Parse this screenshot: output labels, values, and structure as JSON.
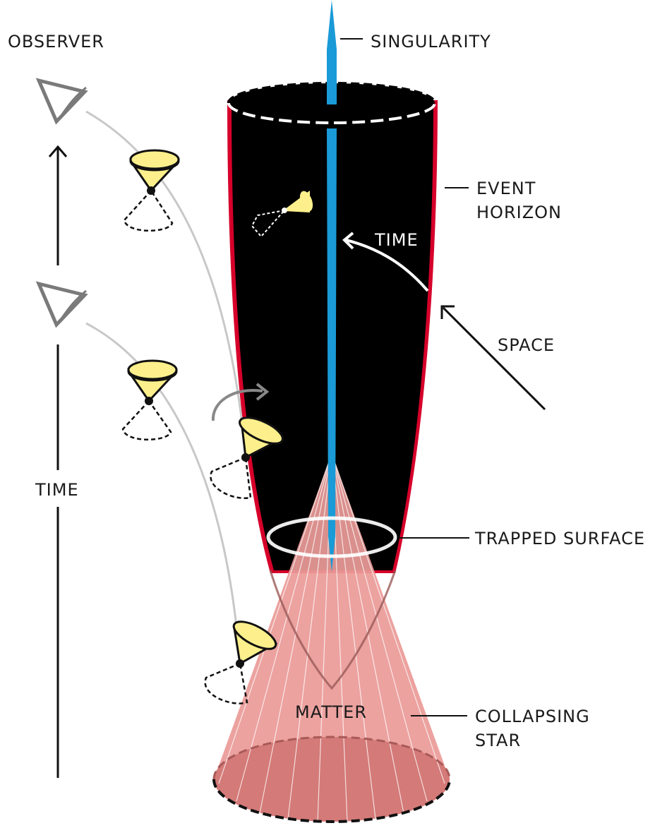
{
  "labels": {
    "observer": "OBSERVER",
    "singularity": "SINGULARITY",
    "event_horizon": [
      "EVENT",
      "HORIZON"
    ],
    "time_inner": "TIME",
    "space": "SPACE",
    "time_outer": "TIME",
    "trapped_surface": "TRAPPED SURFACE",
    "matter": "MATTER",
    "collapsing_star": [
      "COLLAPSING",
      "STAR"
    ]
  },
  "colors": {
    "black_hole": "#000000",
    "event_horizon_edge": "#d6002a",
    "singularity": "#1a9ad6",
    "matter": "#eb9b98",
    "matter_base": "#d47a78",
    "light_cone": "#fdf08c",
    "observer_icon": "#7a7a7a",
    "worldline": "#c8c8c8"
  }
}
